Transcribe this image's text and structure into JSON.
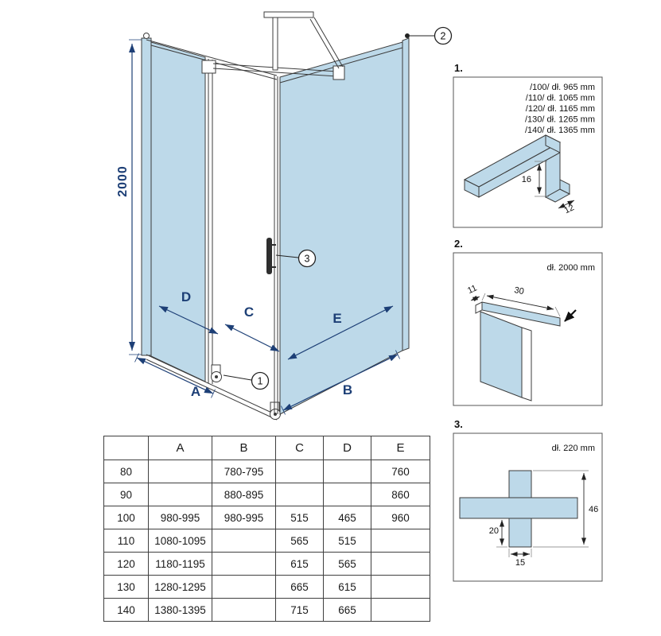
{
  "colors": {
    "glass": "#bdd9e9",
    "outline": "#3c3c3c",
    "dimension_blue": "#1d3f76",
    "detail_dim": "#2a2a2a"
  },
  "main": {
    "height_dim": "2000",
    "labels": {
      "A": "A",
      "B": "B",
      "C": "C",
      "D": "D",
      "E": "E"
    },
    "callouts": {
      "c1": "1",
      "c2": "2",
      "c3": "3"
    }
  },
  "details": {
    "d1": {
      "number": "1.",
      "lengths": [
        "/100/ dł. 965 mm",
        "/110/ dł. 1065 mm",
        "/120/ dł. 1165 mm",
        "/130/ dł. 1265 mm",
        "/140/ dł. 1365 mm"
      ],
      "dim_height": "16",
      "dim_depth": "12"
    },
    "d2": {
      "number": "2.",
      "length": "dł. 2000 mm",
      "dim_a": "11",
      "dim_b": "30"
    },
    "d3": {
      "number": "3.",
      "length": "dł. 220 mm",
      "dim_total": "46",
      "dim_a": "20",
      "dim_b": "15"
    }
  },
  "table": {
    "headers": [
      "",
      "A",
      "B",
      "C",
      "D",
      "E"
    ],
    "rows": [
      [
        "80",
        "",
        "780-795",
        "",
        "",
        "760"
      ],
      [
        "90",
        "",
        "880-895",
        "",
        "",
        "860"
      ],
      [
        "100",
        "980-995",
        "980-995",
        "515",
        "465",
        "960"
      ],
      [
        "110",
        "1080-1095",
        "",
        "565",
        "515",
        ""
      ],
      [
        "120",
        "1180-1195",
        "",
        "615",
        "565",
        ""
      ],
      [
        "130",
        "1280-1295",
        "",
        "665",
        "615",
        ""
      ],
      [
        "140",
        "1380-1395",
        "",
        "715",
        "665",
        ""
      ]
    ]
  }
}
